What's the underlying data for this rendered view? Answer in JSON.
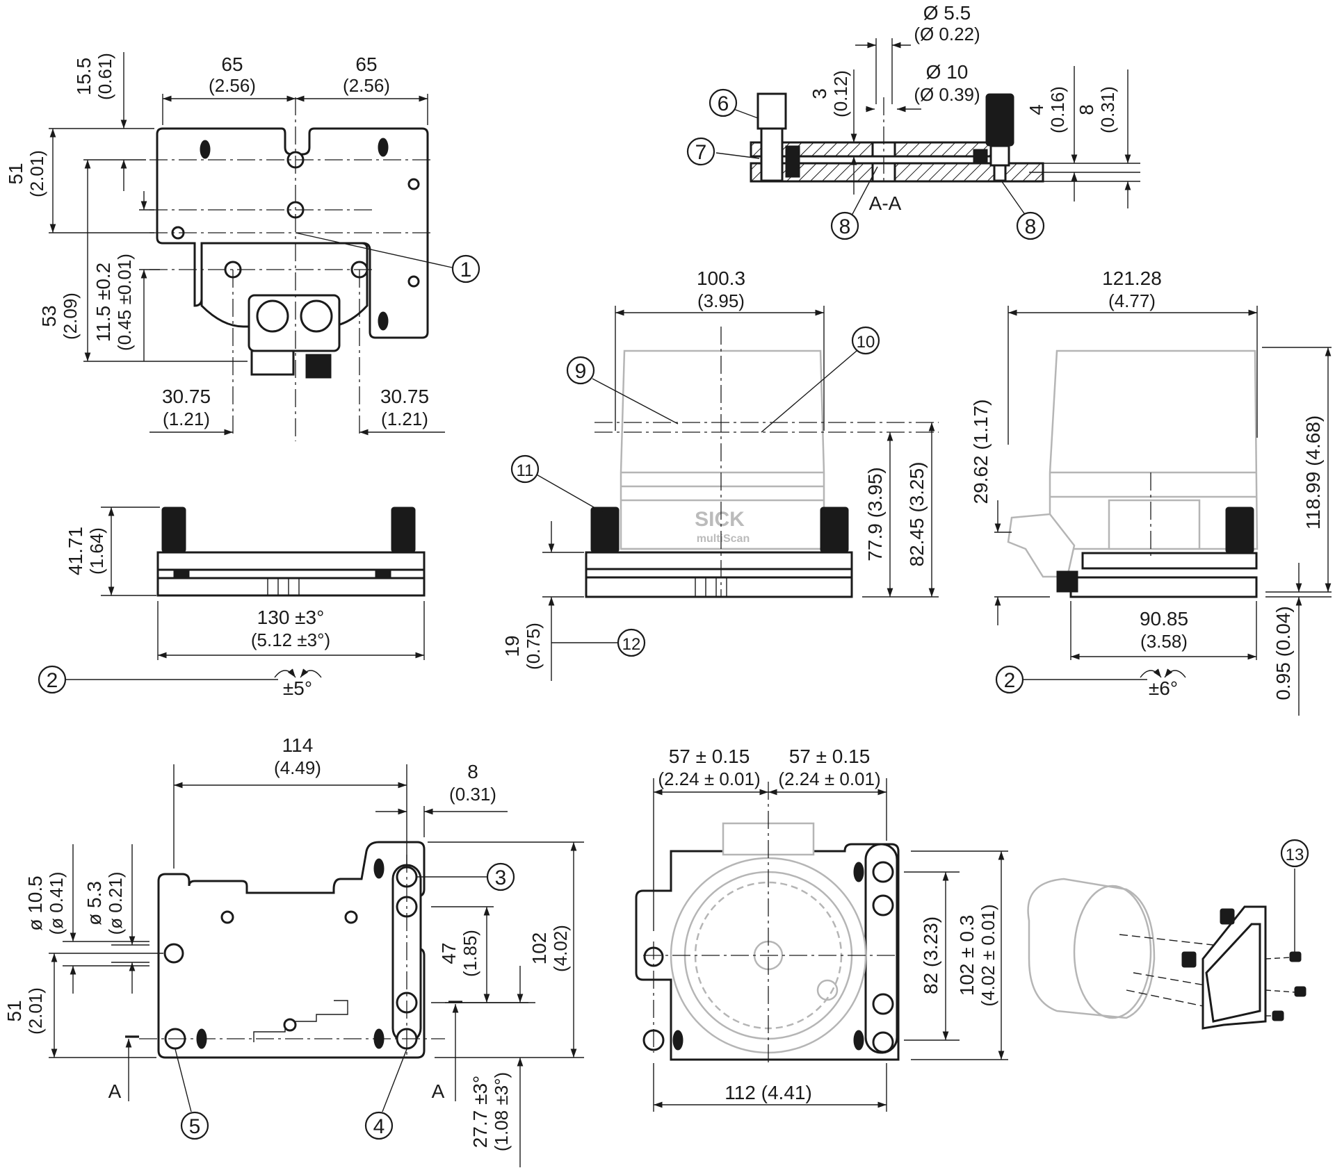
{
  "view_top_left": {
    "dim_left_width": "65",
    "dim_left_width_in": "(2.56)",
    "dim_right_width": "65",
    "dim_right_width_in": "(2.56)",
    "dim_15_5": "15.5",
    "dim_15_5_in": "(0.61)",
    "dim_51": "51",
    "dim_51_in": "(2.01)",
    "dim_53": "53",
    "dim_53_in": "(2.09)",
    "dim_11_5": "11.5 ±0.2",
    "dim_11_5_in": "(0.45 ±0.01)",
    "dim_30_75_left": "30.75",
    "dim_30_75_left_in": "(1.21)",
    "dim_30_75_right": "30.75",
    "dim_30_75_right_in": "(1.21)"
  },
  "view_front_left": {
    "dim_41_71": "41.71",
    "dim_41_71_in": "(1.64)",
    "dim_130": "130 ±3°",
    "dim_130_in": "(5.12 ±3°)",
    "tilt": "±5°"
  },
  "view_section": {
    "dim_d5_5": "Ø 5.5",
    "dim_d5_5_in": "(Ø 0.22)",
    "dim_d10": "Ø 10",
    "dim_d10_in": "(Ø 0.39)",
    "dim_3": "3",
    "dim_3_in": "(0.12)",
    "dim_4": "4",
    "dim_4_in": "(0.16)",
    "dim_8": "8",
    "dim_8_in": "(0.31)",
    "section_label": "A-A"
  },
  "view_front_center": {
    "dim_100_3": "100.3",
    "dim_100_3_in": "(3.95)",
    "dim_77_9": "77.9 (3.95)",
    "dim_82_45": "82.45 (3.25)",
    "dim_19": "19",
    "dim_19_in": "(0.75)",
    "logo_brand": "SICK",
    "logo_product": "multiScan"
  },
  "view_side_right": {
    "dim_121_28": "121.28",
    "dim_121_28_in": "(4.77)",
    "dim_29_62": "29.62 (1.17)",
    "dim_118_99": "118.99 (4.68)",
    "dim_90_85": "90.85",
    "dim_90_85_in": "(3.58)",
    "dim_0_95": "0.95 (0.04)",
    "tilt": "±6°"
  },
  "view_bracket_bottom": {
    "dim_114": "114",
    "dim_114_in": "(4.49)",
    "dim_8": "8",
    "dim_8_in": "(0.31)",
    "dim_d10_5": "ø 10.5",
    "dim_d10_5_in": "(ø 0.41)",
    "dim_d5_3": "ø 5.3",
    "dim_d5_3_in": "(ø 0.21)",
    "dim_51": "51",
    "dim_51_in": "(2.01)",
    "dim_47": "47",
    "dim_47_in": "(1.85)",
    "dim_102": "102",
    "dim_102_in": "(4.02)",
    "dim_27_7": "27.7 ±3°",
    "dim_27_7_in": "(1.08 ±3°)",
    "section_mark_left": "A",
    "section_mark_right": "A"
  },
  "view_rear_center": {
    "dim_57_left": "57 ± 0.15",
    "dim_57_left_in": "(2.24 ± 0.01)",
    "dim_57_right": "57 ± 0.15",
    "dim_57_right_in": "(2.24 ± 0.01)",
    "dim_82": "82 (3.23)",
    "dim_102": "102 ± 0.3",
    "dim_102_in": "(4.02 ± 0.01)",
    "dim_112": "112 (4.41)"
  },
  "callouts": [
    "1",
    "2",
    "3",
    "4",
    "5",
    "6",
    "7",
    "8",
    "9",
    "10",
    "11",
    "12",
    "13"
  ]
}
